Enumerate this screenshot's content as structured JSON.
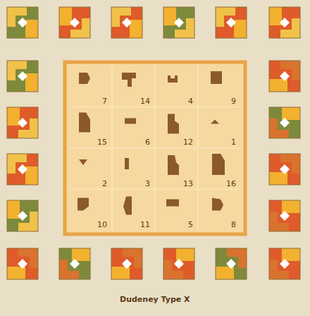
{
  "diagram": {
    "caption": "Dudeney Type X",
    "nodes": [
      {
        "text": [
          "7"
        ]
      },
      {
        "text": [
          "14"
        ]
      },
      {
        "text": [
          "4"
        ]
      },
      {
        "text": [
          "9"
        ]
      },
      {
        "text": [
          "15"
        ]
      },
      {
        "text": [
          "6"
        ]
      },
      {
        "text": [
          "12"
        ]
      },
      {
        "text": [
          "1"
        ]
      },
      {
        "text": [
          "2"
        ]
      },
      {
        "text": [
          "3"
        ]
      },
      {
        "text": [
          "13"
        ]
      },
      {
        "text": [
          "16"
        ]
      },
      {
        "text": [
          "10"
        ]
      },
      {
        "text": [
          "11"
        ]
      },
      {
        "text": [
          "5"
        ]
      },
      {
        "text": [
          "8"
        ]
      }
    ]
  }
}
